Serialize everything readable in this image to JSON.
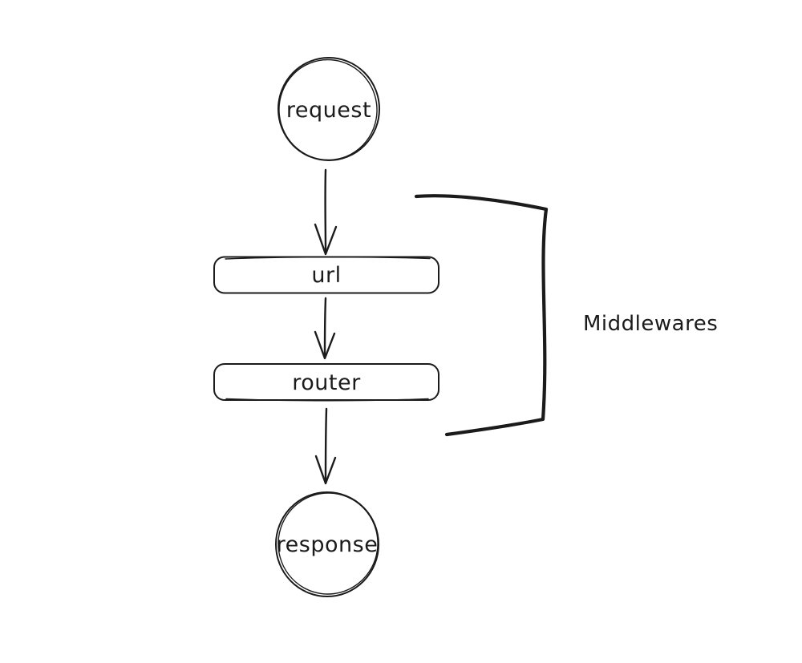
{
  "colors": {
    "ink": "#1b1b1b",
    "background": "#ffffff"
  },
  "diagram": {
    "nodes": [
      {
        "id": "request",
        "shape": "circle",
        "label": "request"
      },
      {
        "id": "url",
        "shape": "rounded-rectangle",
        "label": "url"
      },
      {
        "id": "router",
        "shape": "rounded-rectangle",
        "label": "router"
      },
      {
        "id": "response",
        "shape": "circle",
        "label": "response"
      }
    ],
    "edges": [
      {
        "from": "request",
        "to": "url",
        "type": "arrow"
      },
      {
        "from": "url",
        "to": "router",
        "type": "arrow"
      },
      {
        "from": "router",
        "to": "response",
        "type": "arrow"
      }
    ],
    "annotation": {
      "label": "Middlewares",
      "bracket": "right-square-bracket",
      "spans": [
        "url",
        "router"
      ]
    }
  }
}
